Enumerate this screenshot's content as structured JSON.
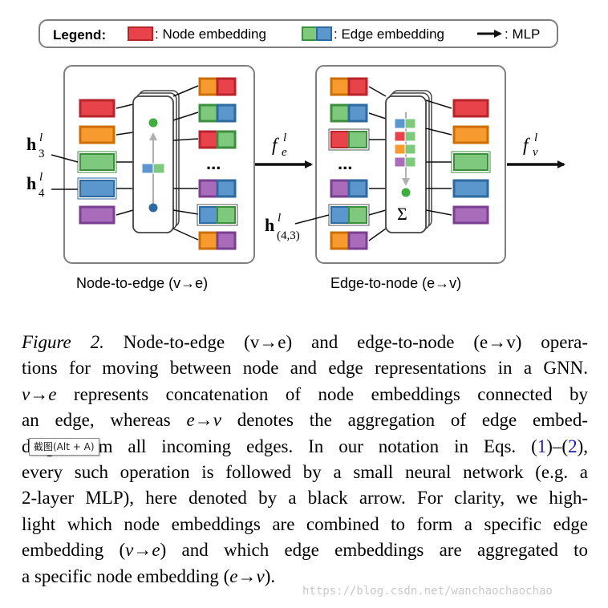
{
  "legend": {
    "title": "Legend:",
    "node_label": ": Node embedding",
    "edge_label": ": Edge embedding",
    "mlp_label": ": MLP"
  },
  "panels": {
    "left_caption": "Node-to-edge (v→e)",
    "right_caption": "Edge-to-node (e→v)",
    "ellipsis": "...",
    "sum_symbol": "Σ"
  },
  "math_labels": {
    "h3": "h",
    "h3_sup": "l",
    "h3_sub": "3",
    "h4": "h",
    "h4_sup": "l",
    "h4_sub": "4",
    "h43": "h",
    "h43_sup": "l",
    "h43_sub": "(4,3)",
    "fe": "f",
    "fe_sup": "l",
    "fe_sub": "e",
    "fv": "f",
    "fv_sup": "l",
    "fv_sub": "v"
  },
  "caption": {
    "l1_fig": "Figure 2.",
    "l1_text": " Node-to-edge (v→e) and edge-to-node (e→v) opera-",
    "l2": "tions for moving between node and edge representations in a GNN.",
    "l3_math": "v→e",
    "l3_text": " represents concatenation of node embeddings connected by",
    "l4_a": "an edge, whereas ",
    "l4_math": "e→v",
    "l4_b": " denotes the aggregation of edge embed-",
    "l5_a": "dings from all incoming edges.  In our notation in Eqs. (",
    "l5_ref1": "1",
    "l5_b": ")–(",
    "l5_ref2": "2",
    "l5_c": "),",
    "l6": "every such operation is followed by a small neural network (e.g. a",
    "l7": "2-layer MLP), here denoted by a black arrow. For clarity, we high-",
    "l8": "light which node embeddings are combined to form a specific edge",
    "l9_a": "embedding (",
    "l9_math": "v→e",
    "l9_b": ") and which edge embeddings are aggregated to",
    "l10_a": "a specific node embedding (",
    "l10_math": "e→v",
    "l10_b": ")."
  },
  "tooltip": "截图(Alt + A)",
  "watermark": "https://blog.csdn.net/wanchaochaochao",
  "colors": {
    "red": "#e8434b",
    "orange": "#f79a2f",
    "green": "#7fc97f",
    "blue": "#5b97cc",
    "purple": "#a86cbb",
    "panel_border": "#7f7f7f",
    "mlp_arrow": "#111111"
  }
}
